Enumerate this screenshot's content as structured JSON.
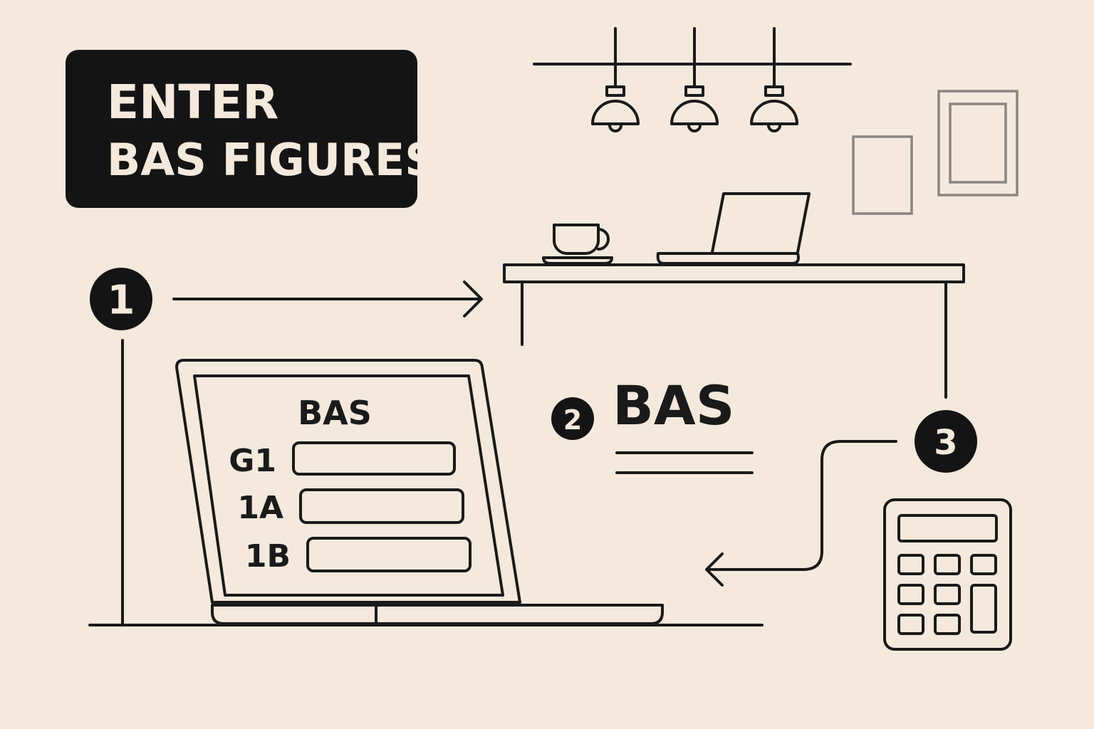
{
  "title": {
    "line1": "ENTER",
    "line2": "BAS FIGURES"
  },
  "steps": [
    "1",
    "2",
    "3"
  ],
  "laptop_screen": {
    "heading": "BAS",
    "fields": [
      {
        "label": "G1",
        "value": ""
      },
      {
        "label": "1A",
        "value": ""
      },
      {
        "label": "1B",
        "value": ""
      }
    ]
  },
  "document": {
    "heading": "BAS"
  },
  "colors": {
    "background": "#f4e9dc",
    "ink": "#1a1a1a",
    "frame_grey": "#8a8580"
  },
  "icons": [
    "pendant-lamp-icon",
    "coffee-cup-icon",
    "laptop-icon",
    "picture-frame-icon",
    "calculator-icon",
    "arrow-right-icon",
    "arrow-left-icon"
  ]
}
